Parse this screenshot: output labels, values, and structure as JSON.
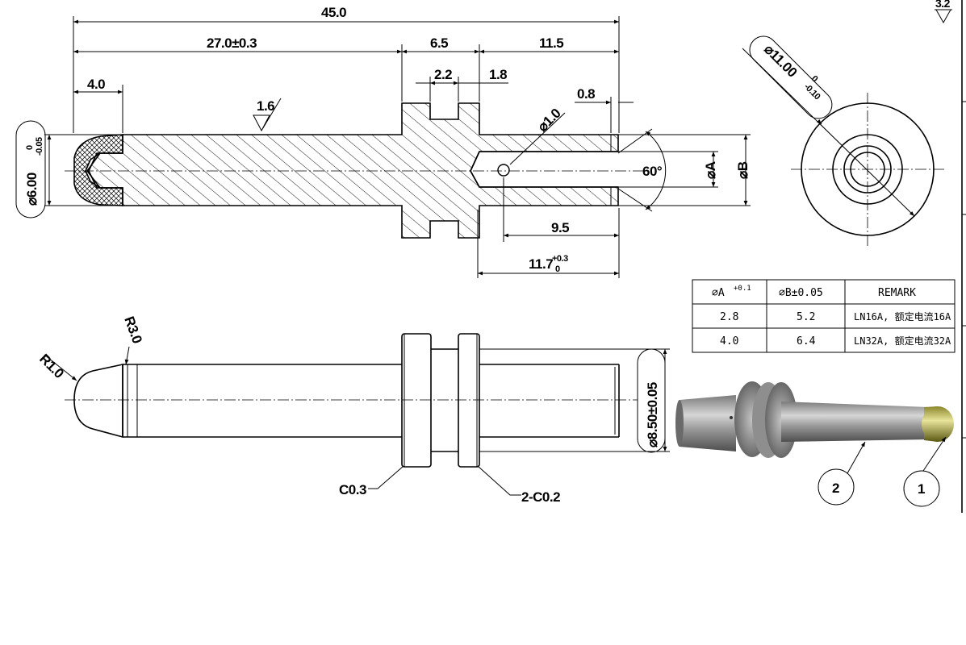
{
  "dimensions": {
    "overall_length": "45.0",
    "shaft_length": "27.0±0.3",
    "collar_length": "6.5",
    "rear_length": "11.5",
    "tip_length": "4.0",
    "groove_width": "2.2",
    "flange2_width": "1.8",
    "bore_chamfer": "0.8",
    "cross_hole": "⌀1.0",
    "hole_position": "9.5",
    "bore_depth": "11.7",
    "bore_depth_tol_upper": "+0.3",
    "bore_depth_tol_lower": "0",
    "cone_angle": "60°",
    "bore_a": "⌀A",
    "outer_b": "⌀B",
    "shaft_dia": "⌀6.00",
    "shaft_dia_tol_upper": "0",
    "shaft_dia_tol_lower": "-0.05",
    "flange_dia": "⌀11.00",
    "flange_dia_tol_upper": "0",
    "flange_dia_tol_lower": "-0.10",
    "collar_dia": "⌀8.50±0.05",
    "tip_radius": "R1.0",
    "shoulder_radius": "R3.0",
    "chamfer_1": "C0.3",
    "chamfer_2": "2-C0.2",
    "roughness_main": "1.6",
    "roughness_general": "3.2"
  },
  "table": {
    "headers": [
      "⌀A",
      "⌀B±0.05",
      "REMARK"
    ],
    "header_a_tol": "+0.1",
    "rows": [
      [
        "2.8",
        "5.2",
        "LN16A, 额定电流16A"
      ],
      [
        "4.0",
        "6.4",
        "LN32A, 额定电流32A"
      ]
    ]
  },
  "balloons": [
    "2",
    "1"
  ],
  "colors": {
    "line": "#000000",
    "tip_body": "#d4d07a",
    "pin_body": "#8c8c8c"
  }
}
